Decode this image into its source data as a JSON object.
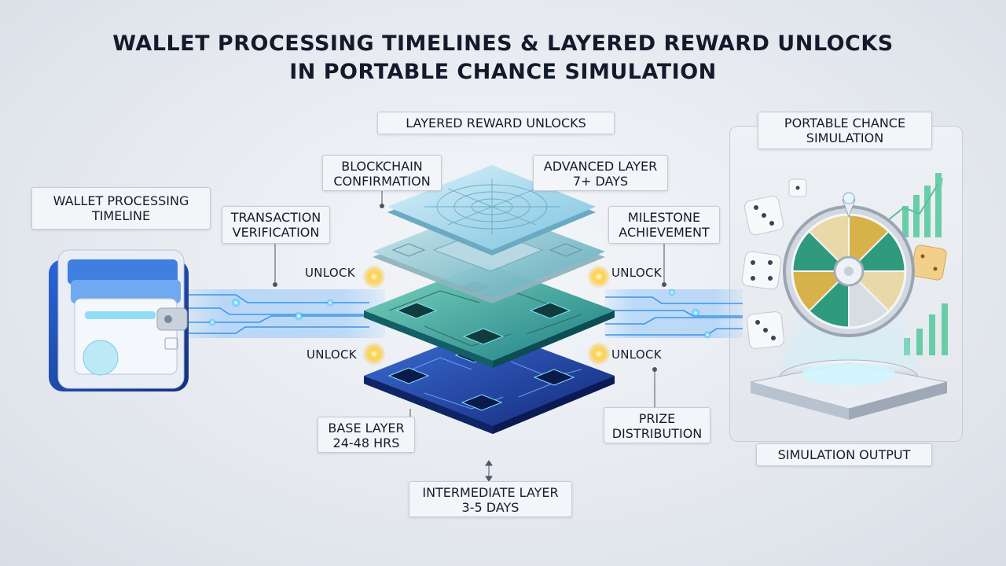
{
  "title": {
    "line1": "WALLET PROCESSING TIMELINES & LAYERED REWARD UNLOCKS",
    "line2": "IN PORTABLE CHANCE SIMULATION"
  },
  "labels": {
    "layered_reward_unlocks": "LAYERED REWARD UNLOCKS",
    "wallet_processing_timeline": "WALLET PROCESSING TIMELINE",
    "transaction_verification": "TRANSACTION VERIFICATION",
    "blockchain_confirmation": "BLOCKCHAIN CONFIRMATION",
    "advanced_layer": "ADVANCED LAYER 7+ DAYS",
    "milestone_achievement": "MILESTONE ACHIEVEMENT",
    "base_layer": "BASE LAYER 24-48 HRS",
    "intermediate_layer": "INTERMEDIATE LAYER 3-5 DAYS",
    "prize_distribution": "PRIZE DISTRIBUTION",
    "portable_chance_simulation": "PORTABLE CHANCE SIMULATION",
    "simulation_output": "SIMULATION OUTPUT",
    "unlock": "UNLOCK"
  },
  "colors": {
    "accent_blue": "#2f8de4",
    "glow_cyan": "#7fe6ff",
    "layer_top": "#9fd6ea",
    "layer_mid": "#3fb6a0",
    "layer_base": "#1f3f9a",
    "wheel_gold": "#d7b24a",
    "wheel_green": "#2f9b7c",
    "spark_gold": "#ffc93a"
  },
  "icons": [
    "wallet-icon",
    "dice-icon",
    "prize-wheel-icon",
    "bar-chart-icon",
    "chip-icon",
    "spark-icon"
  ]
}
